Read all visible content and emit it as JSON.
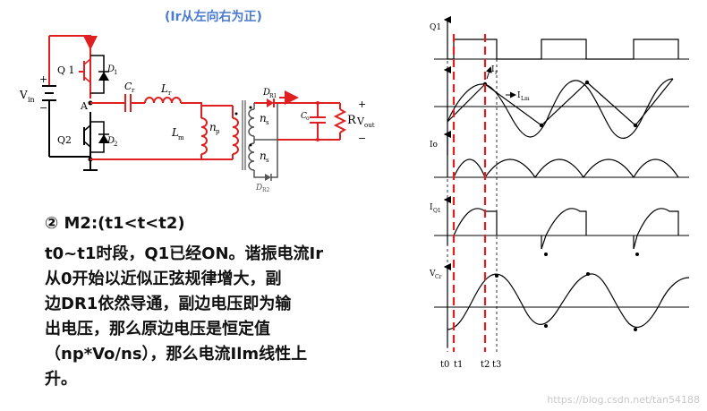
{
  "caption": "(Ir从左向右为正)",
  "circuit": {
    "labels": {
      "vin": "V",
      "vin_sub": "in",
      "q1": "Q 1",
      "q2": "Q2",
      "d1": "D",
      "d1_sub": "1",
      "d2": "D",
      "d2_sub": "2",
      "node_a": "A",
      "cr": "C",
      "cr_sub": "r",
      "lr": "L",
      "lr_sub": "r",
      "lm": "L",
      "lm_sub": "m",
      "np": "n",
      "np_sub": "p",
      "ns1": "n",
      "ns1_sub": "s",
      "ns2": "n",
      "ns2_sub": "s",
      "dr1": "D",
      "dr1_sub": "R1",
      "dr2": "D",
      "dr2_sub": "R2",
      "co": "C",
      "co_sub": "o",
      "r": "R",
      "vout": "V",
      "vout_sub": "out",
      "plus": "+",
      "minus": "−"
    }
  },
  "waveforms": {
    "labels": {
      "q1": "Q1",
      "ir": "I",
      "ir_sub": "r",
      "ilm": "I",
      "ilm_sub": "Lm",
      "io": "Io",
      "iq1": "I",
      "iq1_sub": "Q1",
      "vcr": "V",
      "vcr_sub": "Cr"
    },
    "time_labels": [
      "t0",
      "t1",
      "t2",
      "t3"
    ],
    "colors": {
      "waveform": "#000000",
      "marker": "#e02020"
    }
  },
  "mode": {
    "title": "② M2:(t1<t<t2)",
    "lines": [
      "t0~t1时段，Q1已经ON。谐振电流Ir",
      "从0开始以近似正弦规律增大，副",
      "边DR1依然导通，副边电压即为输",
      "出电压，那么原边电压是恒定值",
      "（np*Vo/ns），那么电流Ilm线性上",
      "升。"
    ]
  },
  "colors": {
    "circuit": "#e02020",
    "text": "#111111",
    "caption": "#4a7bd1"
  },
  "watermark": "https://blog.csdn.net/tan54188"
}
